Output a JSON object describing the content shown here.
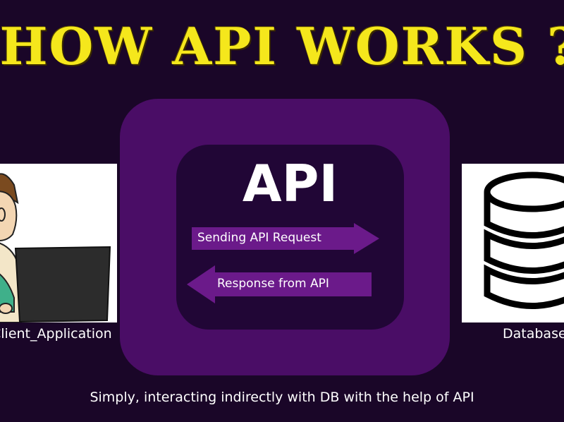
{
  "title": "HOW API WORKS ?",
  "center": {
    "api_label": "API",
    "request_label": "Sending API Request",
    "response_label": "Response from API"
  },
  "client": {
    "label": "Client_Application",
    "illustration_icon": "person-at-laptop-icon"
  },
  "database": {
    "label": "Database",
    "illustration_icon": "database-cylinder-icon"
  },
  "caption": "Simply, interacting indirectly with DB with the help of API",
  "colors": {
    "background": "#1a0628",
    "title": "#f5e71c",
    "outer_panel": "#4a0d66",
    "inner_panel": "#210636",
    "arrow": "#6b1a8a"
  }
}
